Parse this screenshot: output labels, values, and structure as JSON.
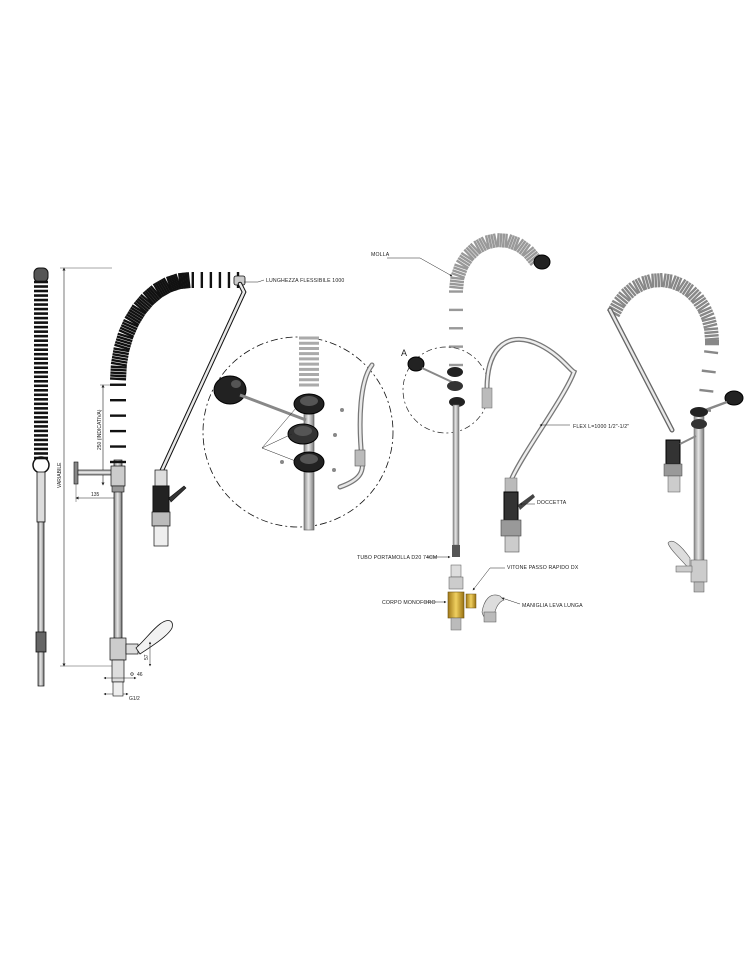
{
  "drawing": {
    "dimensions": {
      "variabile": "VARIABILE",
      "height_250": "250 (INDICATIVA)",
      "depth_135": "135",
      "height_57": "57",
      "diameter_46": "46",
      "thread": "G1/2"
    },
    "callouts": {
      "lunghezza_flessibile": "LUNGHEZZA FLESSIBILE 1000",
      "molla": "MOLLA",
      "detail_a": "A",
      "flex": "FLEX L=1000 1/2\"-1/2\"",
      "doccetta": "DOCCETTA",
      "tubo_portamolla": "TUBO PORTAMOLLA D20 74CM",
      "vitone": "VITONE PASSO RAPIDO DX",
      "corpo_monoforo": "CORPO MONOFORO",
      "maniglia": "MANIGLIA LEVA LUNGA"
    },
    "icons": {
      "diameter_symbol": "diameter-icon"
    }
  }
}
